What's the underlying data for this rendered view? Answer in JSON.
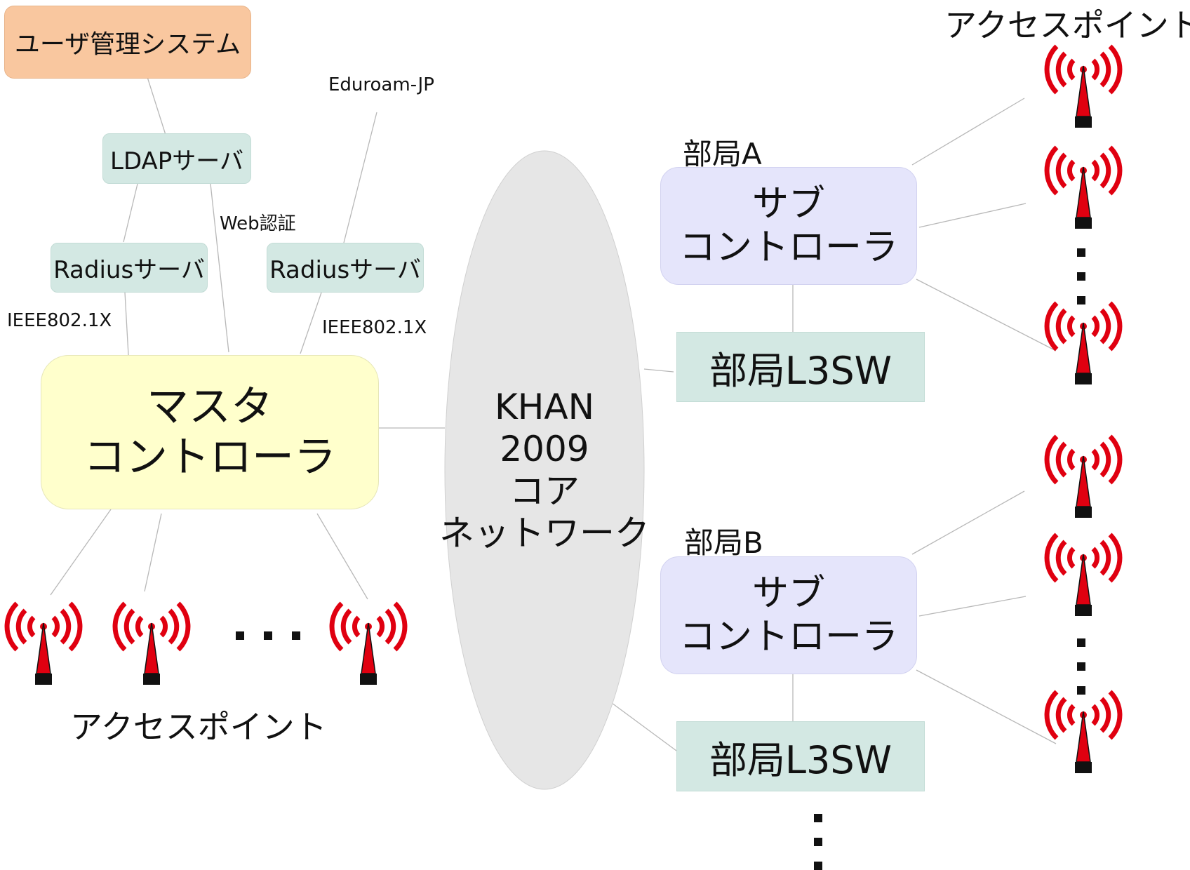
{
  "nodes": {
    "user_system": "ユーザ管理システム",
    "ldap": "LDAPサーバ",
    "radius_left": "Radiusサーバ",
    "radius_right": "Radiusサーバ",
    "master_line1": "マスタ",
    "master_line2": "コントローラ",
    "core_line1": "KHAN",
    "core_line2": "2009",
    "core_line3": "コア",
    "core_line4": "ネットワーク",
    "sub_a_line1": "サブ",
    "sub_a_line2": "コントローラ",
    "sub_b_line1": "サブ",
    "sub_b_line2": "コントローラ",
    "l3sw_a": "部局L3SW",
    "l3sw_b": "部局L3SW"
  },
  "labels": {
    "eduroam": "Eduroam-JP",
    "web_auth": "Web認証",
    "ieee_left": "IEEE802.1X",
    "ieee_right": "IEEE802.1X",
    "dept_a": "部局A",
    "dept_b": "部局B",
    "ap_bottom": "アクセスポイント",
    "ap_top_right": "アクセスポイント"
  },
  "icons": {
    "access_point": "antenna-tower-icon",
    "colors": {
      "wave": "#e00010",
      "tower": "#e00010",
      "base": "#111111"
    }
  }
}
